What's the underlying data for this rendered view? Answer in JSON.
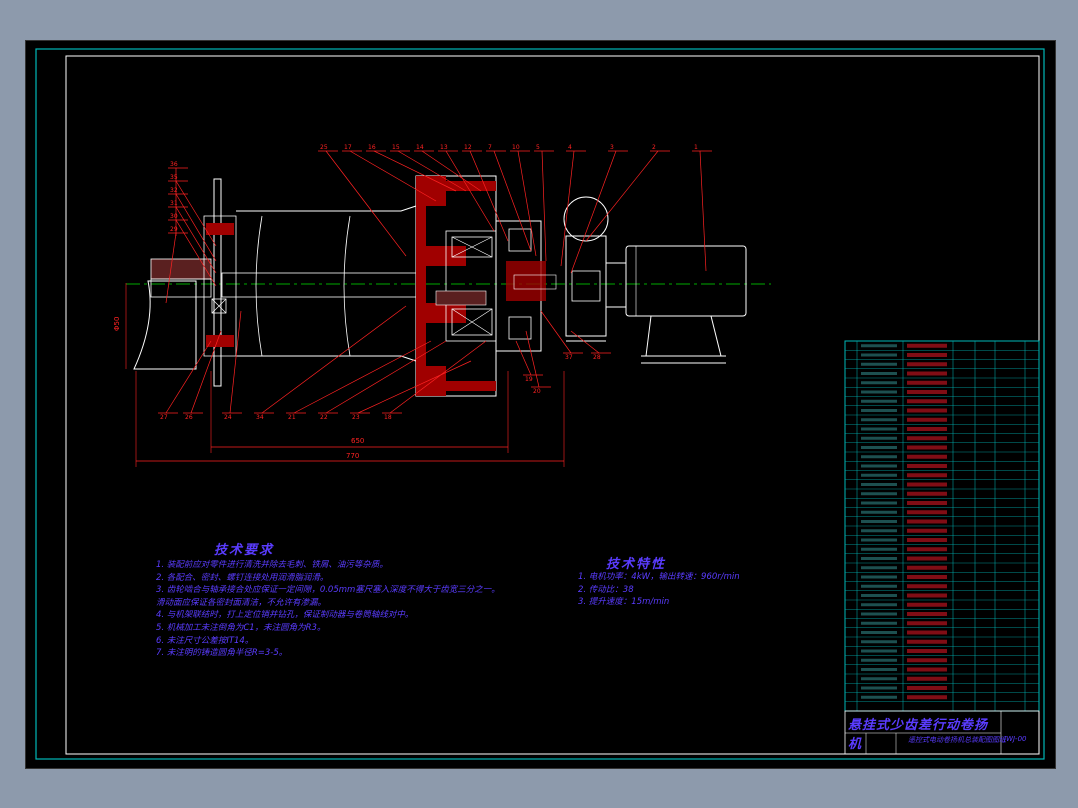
{
  "drawing": {
    "title": "悬挂式少齿差行动卷扬机",
    "subtitle": "遥控式电动卷扬机总装配图图纸",
    "drawing_no": "JWJ-00"
  },
  "dimensions": {
    "height": "Φ50",
    "inner_length": "650",
    "overall_length": "770"
  },
  "part_labels_top": [
    "36",
    "35",
    "32",
    "31",
    "30",
    "29",
    "25",
    "17",
    "16",
    "15",
    "14",
    "13",
    "12",
    "7",
    "10",
    "5",
    "4",
    "3",
    "2",
    "1"
  ],
  "part_labels_bottom": [
    "27",
    "26",
    "24",
    "34",
    "21",
    "22",
    "23",
    "18",
    "19",
    "20",
    "37",
    "28"
  ],
  "tech_requirements": {
    "heading": "技术要求",
    "items": [
      "1. 装配前应对零件进行清洗并除去毛刺、铁屑、油污等杂质。",
      "2. 各配合、密封、螺钉连接处用润滑脂润滑。",
      "3. 齿轮啮合与轴承接合处应保证一定间隙，0.05mm塞尺塞入深度不得大于齿宽三分之一。",
      "   滑动面应保证各密封面清洁，不允许有渗漏。",
      "4. 与机架联结时，打上定位销并钻孔，保证制动器与卷筒轴线对中。",
      "5. 机械加工未注倒角为C1，未注圆角为R3。",
      "6. 未注尺寸公差按IT14。",
      "7. 未注明的铸造圆角半径R=3-5。"
    ]
  },
  "tech_features": {
    "heading": "技术特性",
    "items": [
      "1. 电机功率：4kW，输出转速：960r/min",
      "2. 传动比：38",
      "3. 提升速度：15m/min"
    ]
  },
  "bom_row_count": 40,
  "colors": {
    "frame": "#00b7b7",
    "outline": "#ffffff",
    "section": "#a00000",
    "leader": "#ff2222",
    "center": "#00aa00",
    "text": "#5a3cff"
  }
}
